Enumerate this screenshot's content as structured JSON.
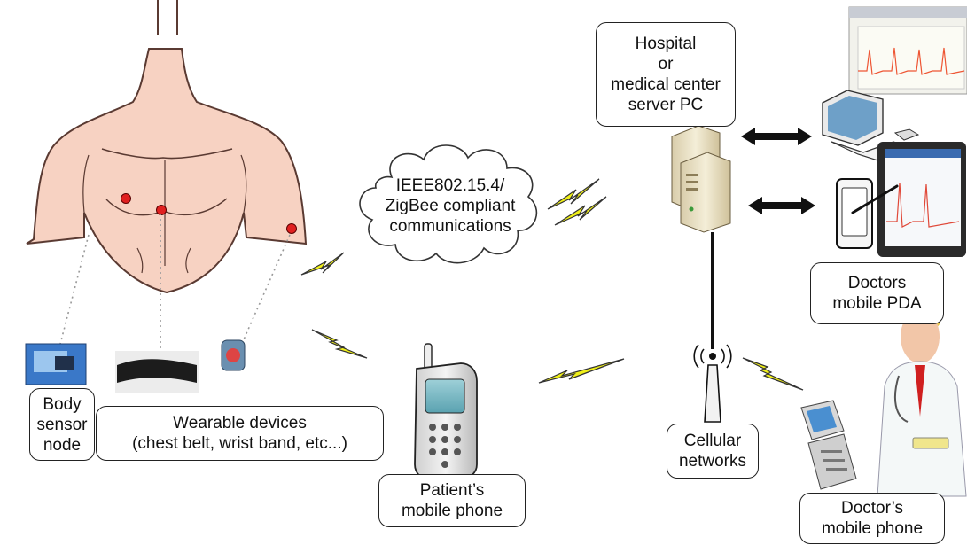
{
  "labels": {
    "hospital": [
      "Hospital",
      "or",
      "medical center",
      "server PC"
    ],
    "cloud": [
      "IEEE802.15.4/",
      "ZigBee compliant",
      "communications"
    ],
    "doctors_pda": [
      "Doctors",
      "mobile PDA"
    ],
    "body_sensor": [
      "Body",
      "sensor",
      "node"
    ],
    "wearable": [
      "Wearable devices",
      "(chest belt, wrist band, etc...)"
    ],
    "patient_phone": [
      "Patient’s",
      "mobile phone"
    ],
    "cellular": [
      "Cellular",
      "networks"
    ],
    "doctor_phone": [
      "Doctor’s",
      "mobile phone"
    ]
  },
  "colors": {
    "skin": "#f7d2c2",
    "skin_outline": "#5a3a32",
    "sensor_dot": "#e02020",
    "lightning": "#f0f018",
    "lightning_outline": "#333333",
    "server": "#efe6cc",
    "ecg": "#ee5533"
  },
  "icons": [
    "torso-illustration",
    "lightning-bolt-icon",
    "cloud-shape",
    "server-icon",
    "desktop-pc-icon",
    "pda-icon",
    "double-arrow-icon",
    "antenna-tower-icon",
    "mobile-phone-icon",
    "flip-phone-icon",
    "doctor-figure-icon",
    "ecg-screen-thumbnail",
    "sensor-node-photo",
    "chest-belt-photo",
    "wrist-band-photo"
  ]
}
